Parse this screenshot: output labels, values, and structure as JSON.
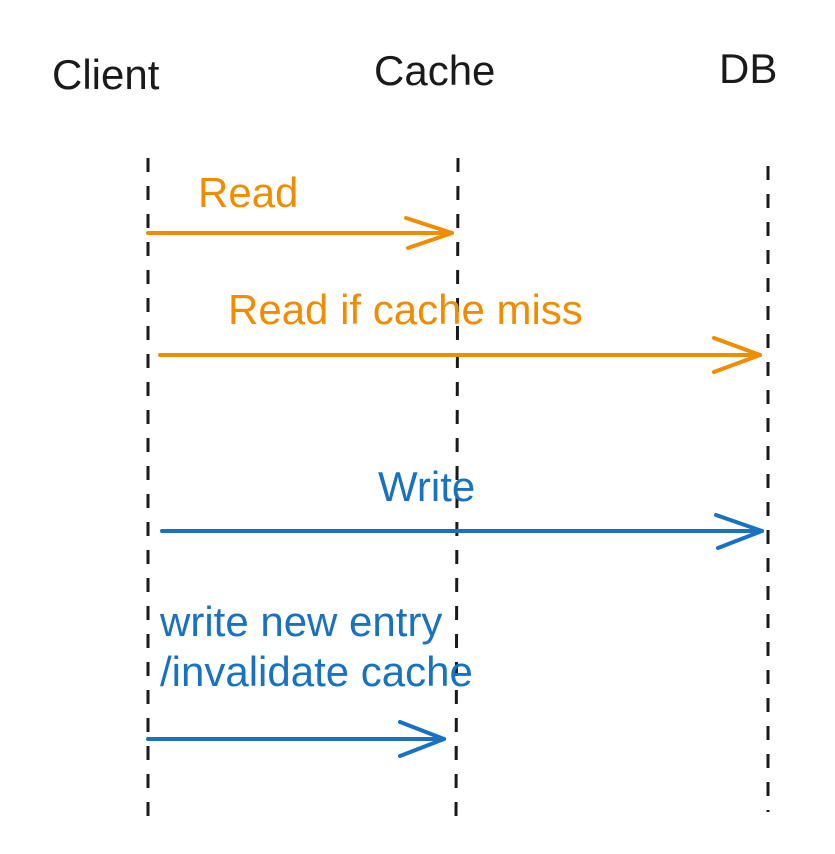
{
  "participants": {
    "client": "Client",
    "cache": "Cache",
    "db": "DB"
  },
  "messages": [
    {
      "label": "Read",
      "from": "Client",
      "to": "Cache",
      "color": "#f08c00"
    },
    {
      "label": "Read if cache miss",
      "from": "Client",
      "to": "DB",
      "color": "#f08c00"
    },
    {
      "label": "Write",
      "from": "Client",
      "to": "DB",
      "color": "#1971c2"
    },
    {
      "label": "write new entry\n/invalidate cache",
      "from": "Client",
      "to": "Cache",
      "color": "#1971c2"
    }
  ],
  "colors": {
    "read_arrow": "#f08c00",
    "write_arrow": "#1971c2",
    "lifeline": "#1a1a1a"
  }
}
